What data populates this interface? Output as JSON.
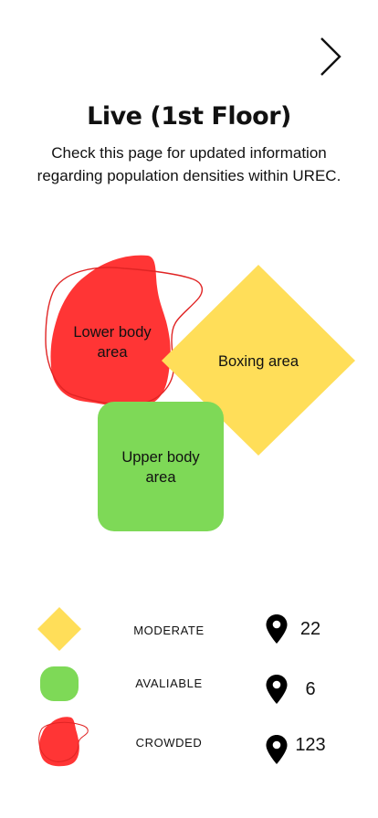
{
  "header": {
    "next_icon": "chevron-right-icon",
    "title": "Live (1st Floor)",
    "description": "Check this page for updated information regarding population densities within UREC."
  },
  "areas": {
    "lower_body": {
      "label_line1": "Lower body",
      "label_line2": "area",
      "status": "crowded",
      "color": "#ff3535"
    },
    "boxing": {
      "label": "Boxing area",
      "status": "moderate",
      "color": "#ffde59"
    },
    "upper_body": {
      "label_line1": "Upper body",
      "label_line2": "area",
      "status": "avaliable",
      "color": "#7ed957"
    }
  },
  "legend": [
    {
      "label": "MODERATE",
      "count": "22",
      "shape": "diamond",
      "color": "#ffde59",
      "icon": "location-pin-icon"
    },
    {
      "label": "AVALIABLE",
      "count": "6",
      "shape": "rounded-square",
      "color": "#7ed957",
      "icon": "location-pin-icon"
    },
    {
      "label": "CROWDED",
      "count": "123",
      "shape": "blob",
      "color": "#ff3535",
      "icon": "location-pin-icon"
    }
  ]
}
